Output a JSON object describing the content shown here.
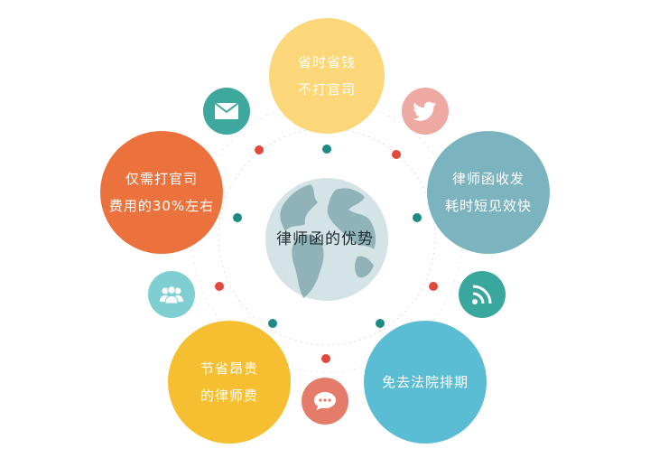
{
  "center": {
    "label": "律师函的优势",
    "icon": "globe-icon"
  },
  "features": {
    "top": {
      "line1": "省时省钱",
      "line2": "不打官司",
      "color": "#FCD77A"
    },
    "right": {
      "line1": "律师函收发",
      "line2": "耗时短见效快",
      "color": "#7BB4BE"
    },
    "bottom_right": {
      "line1": "免去法院排期",
      "line2": "",
      "color": "#5BBDD3"
    },
    "bottom_left": {
      "line1": "节省昂贵",
      "line2": "的律师费",
      "color": "#F6BE31"
    },
    "left": {
      "line1": "仅需打官司",
      "line2": "费用的30%左右",
      "color": "#EC723D"
    }
  },
  "icons": {
    "mail": {
      "name": "mail-icon",
      "color": "#3EA79E"
    },
    "twitter": {
      "name": "twitter-icon",
      "color": "#EFA9A3"
    },
    "rss": {
      "name": "rss-icon",
      "color": "#3AA79E"
    },
    "chat": {
      "name": "chat-icon",
      "color": "#E57C6A"
    },
    "users": {
      "name": "users-icon",
      "color": "#7FCFD2"
    }
  },
  "colors": {
    "dot_red": "#E2483B",
    "dot_teal": "#1D8A86",
    "ring": "#DCDCDC",
    "globe_sea": "#D4E3E5",
    "globe_land": "#8FB3B8"
  }
}
